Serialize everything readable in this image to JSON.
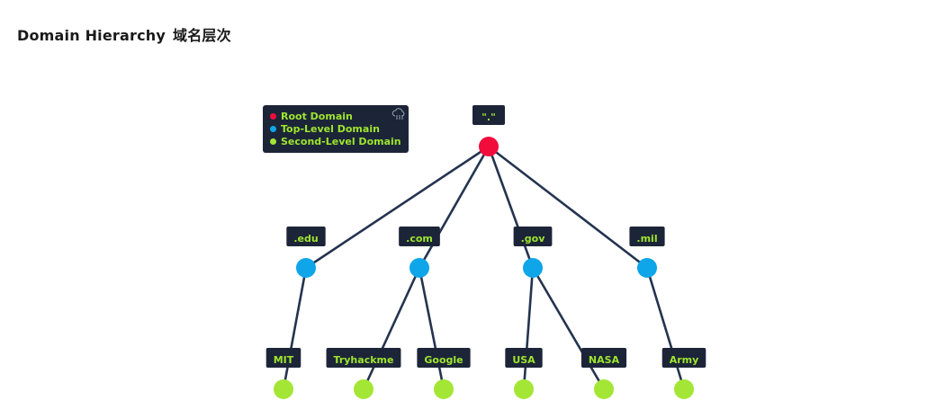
{
  "title": {
    "en": "Domain Hierarchy",
    "zh": "域名层次"
  },
  "colors": {
    "root": "#f20c3c",
    "tld": "#0ea5e9",
    "sld": "#a3e635",
    "label_bg": "#1c2538",
    "label_text": "#9ee52e",
    "edge": "#24344f"
  },
  "legend": {
    "items": [
      {
        "label": "Root Domain",
        "color": "#f20c3c"
      },
      {
        "label": "Top-Level Domain",
        "color": "#0ea5e9"
      },
      {
        "label": "Second-Level Domain",
        "color": "#a3e635"
      }
    ],
    "icon": "cloud-icon"
  },
  "tree": {
    "root": {
      "id": "root",
      "label": "\".\""
    },
    "tlds": [
      {
        "id": "edu",
        "label": ".edu"
      },
      {
        "id": "com",
        "label": ".com"
      },
      {
        "id": "gov",
        "label": ".gov"
      },
      {
        "id": "mil",
        "label": ".mil"
      }
    ],
    "slds": [
      {
        "id": "mit",
        "label": "MIT",
        "parent": "edu"
      },
      {
        "id": "tryhackme",
        "label": "Tryhackme",
        "parent": "com"
      },
      {
        "id": "google",
        "label": "Google",
        "parent": "com"
      },
      {
        "id": "usa",
        "label": "USA",
        "parent": "gov"
      },
      {
        "id": "nasa",
        "label": "NASA",
        "parent": "gov"
      },
      {
        "id": "army",
        "label": "Army",
        "parent": "mil"
      }
    ]
  }
}
